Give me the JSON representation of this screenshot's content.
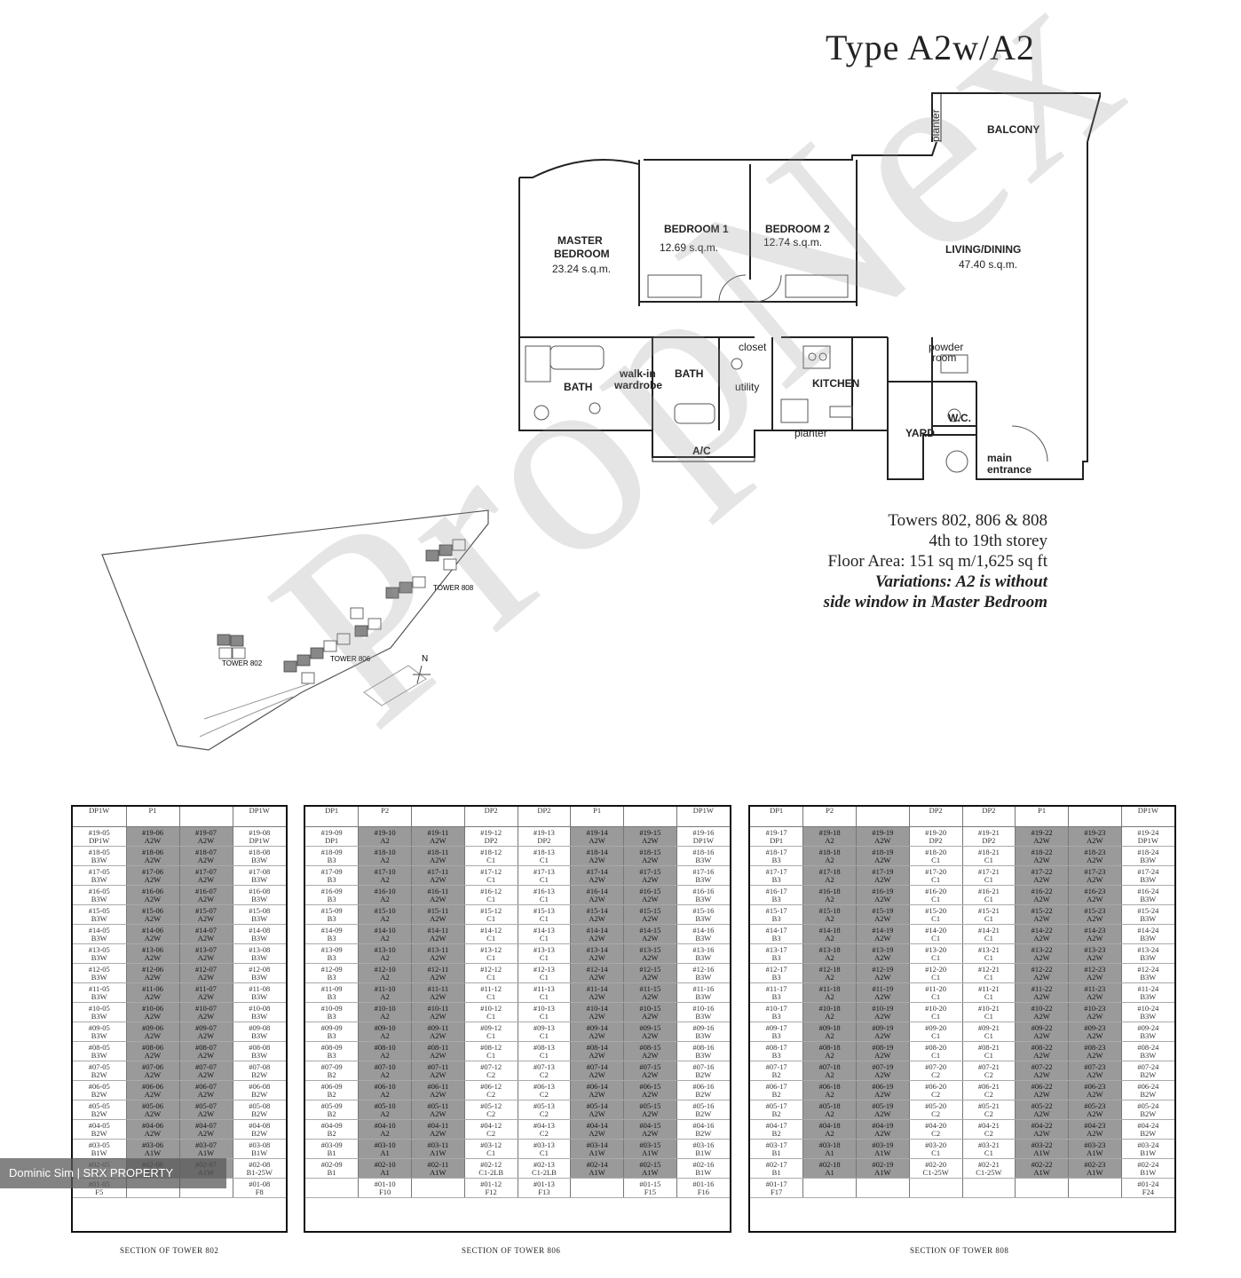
{
  "title": "Type A2w/A2",
  "plan": {
    "rooms": [
      {
        "label": "MASTER",
        "label2": "BEDROOM",
        "area": "23.24 s.q.m."
      },
      {
        "label": "BEDROOM 1",
        "area": "12.69 s.q.m."
      },
      {
        "label": "BEDROOM 2",
        "area": "12.74 s.q.m."
      },
      {
        "label": "LIVING/DINING",
        "area": "47.40 s.q.m."
      },
      {
        "label": "BALCONY"
      },
      {
        "label": "planter"
      },
      {
        "label": "BATH"
      },
      {
        "label": "walk-in",
        "label2": "wardrobe"
      },
      {
        "label": "BATH"
      },
      {
        "label": "closet"
      },
      {
        "label": "utility"
      },
      {
        "label": "KITCHEN"
      },
      {
        "label": "powder",
        "label2": "room"
      },
      {
        "label": "W.C."
      },
      {
        "label": "YARD"
      },
      {
        "label": "A/C"
      },
      {
        "label": "planter"
      },
      {
        "label": "main",
        "label2": "entrance"
      }
    ]
  },
  "specs": {
    "towers": "Towers 802, 806 & 808",
    "storey": "4th to 19th storey",
    "area": "Floor Area: 151 sq m/1,625 sq ft",
    "variation1": "Variations: A2 is without",
    "variation2": "side window in Master Bedroom"
  },
  "siteplan": {
    "tower808": "TOWER 808",
    "tower806": "TOWER 806",
    "tower802": "TOWER 802",
    "north": "N"
  },
  "watermark": "PropNex",
  "credit": "Dominic Sim | SRX PROPERTY",
  "tower802": {
    "caption": "SECTION OF TOWER 802",
    "headers": [
      "DP1W",
      "P1",
      "",
      "DP1W"
    ],
    "rows": [
      [
        "#19-05|DP1W",
        "#19-06|A2W",
        "#19-07|A2W",
        "#19-08|DP1W"
      ],
      [
        "#18-05|B3W",
        "#18-06|A2W",
        "#18-07|A2W",
        "#18-08|B3W"
      ],
      [
        "#17-05|B3W",
        "#17-06|A2W",
        "#17-07|A2W",
        "#17-08|B3W"
      ],
      [
        "#16-05|B3W",
        "#16-06|A2W",
        "#16-07|A2W",
        "#16-08|B3W"
      ],
      [
        "#15-05|B3W",
        "#15-06|A2W",
        "#15-07|A2W",
        "#15-08|B3W"
      ],
      [
        "#14-05|B3W",
        "#14-06|A2W",
        "#14-07|A2W",
        "#14-08|B3W"
      ],
      [
        "#13-05|B3W",
        "#13-06|A2W",
        "#13-07|A2W",
        "#13-08|B3W"
      ],
      [
        "#12-05|B3W",
        "#12-06|A2W",
        "#12-07|A2W",
        "#12-08|B3W"
      ],
      [
        "#11-05|B3W",
        "#11-06|A2W",
        "#11-07|A2W",
        "#11-08|B3W"
      ],
      [
        "#10-05|B3W",
        "#10-06|A2W",
        "#10-07|A2W",
        "#10-08|B3W"
      ],
      [
        "#09-05|B3W",
        "#09-06|A2W",
        "#09-07|A2W",
        "#09-08|B3W"
      ],
      [
        "#08-05|B3W",
        "#08-06|A2W",
        "#08-07|A2W",
        "#08-08|B3W"
      ],
      [
        "#07-05|B2W",
        "#07-06|A2W",
        "#07-07|A2W",
        "#07-08|B2W"
      ],
      [
        "#06-05|B2W",
        "#06-06|A2W",
        "#06-07|A2W",
        "#06-08|B2W"
      ],
      [
        "#05-05|B2W",
        "#05-06|A2W",
        "#05-07|A2W",
        "#05-08|B2W"
      ],
      [
        "#04-05|B2W",
        "#04-06|A2W",
        "#04-07|A2W",
        "#04-08|B2W"
      ],
      [
        "#03-05|B1W",
        "#03-06|A1W",
        "#03-07|A1W",
        "#03-08|B1W"
      ],
      [
        "#02-05|B1W",
        "#02-06|A1W",
        "#02-07|A1W",
        "#02-08|B1-25W"
      ],
      [
        "#01-05|F5",
        "",
        "",
        "#01-08|F8"
      ]
    ]
  },
  "tower806": {
    "caption": "SECTION OF TOWER 806",
    "headers": [
      "DP1",
      "P2",
      "",
      "DP2",
      "DP2",
      "P1",
      "",
      "DP1W"
    ],
    "rows": [
      [
        "#19-09|DP1",
        "#19-10|A2",
        "#19-11|A2W",
        "#19-12|DP2",
        "#19-13|DP2",
        "#19-14|A2W",
        "#19-15|A2W",
        "#19-16|DP1W"
      ],
      [
        "#18-09|B3",
        "#18-10|A2",
        "#18-11|A2W",
        "#18-12|C1",
        "#18-13|C1",
        "#18-14|A2W",
        "#18-15|A2W",
        "#18-16|B3W"
      ],
      [
        "#17-09|B3",
        "#17-10|A2",
        "#17-11|A2W",
        "#17-12|C1",
        "#17-13|C1",
        "#17-14|A2W",
        "#17-15|A2W",
        "#17-16|B3W"
      ],
      [
        "#16-09|B3",
        "#16-10|A2",
        "#16-11|A2W",
        "#16-12|C1",
        "#16-13|C1",
        "#16-14|A2W",
        "#16-15|A2W",
        "#16-16|B3W"
      ],
      [
        "#15-09|B3",
        "#15-10|A2",
        "#15-11|A2W",
        "#15-12|C1",
        "#15-13|C1",
        "#15-14|A2W",
        "#15-15|A2W",
        "#15-16|B3W"
      ],
      [
        "#14-09|B3",
        "#14-10|A2",
        "#14-11|A2W",
        "#14-12|C1",
        "#14-13|C1",
        "#14-14|A2W",
        "#14-15|A2W",
        "#14-16|B3W"
      ],
      [
        "#13-09|B3",
        "#13-10|A2",
        "#13-11|A2W",
        "#13-12|C1",
        "#13-13|C1",
        "#13-14|A2W",
        "#13-15|A2W",
        "#13-16|B3W"
      ],
      [
        "#12-09|B3",
        "#12-10|A2",
        "#12-11|A2W",
        "#12-12|C1",
        "#12-13|C1",
        "#12-14|A2W",
        "#12-15|A2W",
        "#12-16|B3W"
      ],
      [
        "#11-09|B3",
        "#11-10|A2",
        "#11-11|A2W",
        "#11-12|C1",
        "#11-13|C1",
        "#11-14|A2W",
        "#11-15|A2W",
        "#11-16|B3W"
      ],
      [
        "#10-09|B3",
        "#10-10|A2",
        "#10-11|A2W",
        "#10-12|C1",
        "#10-13|C1",
        "#10-14|A2W",
        "#10-15|A2W",
        "#10-16|B3W"
      ],
      [
        "#09-09|B3",
        "#09-10|A2",
        "#09-11|A2W",
        "#09-12|C1",
        "#09-13|C1",
        "#09-14|A2W",
        "#09-15|A2W",
        "#09-16|B3W"
      ],
      [
        "#08-09|B3",
        "#08-10|A2",
        "#08-11|A2W",
        "#08-12|C1",
        "#08-13|C1",
        "#08-14|A2W",
        "#08-15|A2W",
        "#08-16|B3W"
      ],
      [
        "#07-09|B2",
        "#07-10|A2",
        "#07-11|A2W",
        "#07-12|C2",
        "#07-13|C2",
        "#07-14|A2W",
        "#07-15|A2W",
        "#07-16|B2W"
      ],
      [
        "#06-09|B2",
        "#06-10|A2",
        "#06-11|A2W",
        "#06-12|C2",
        "#06-13|C2",
        "#06-14|A2W",
        "#06-15|A2W",
        "#06-16|B2W"
      ],
      [
        "#05-09|B2",
        "#05-10|A2",
        "#05-11|A2W",
        "#05-12|C2",
        "#05-13|C2",
        "#05-14|A2W",
        "#05-15|A2W",
        "#05-16|B2W"
      ],
      [
        "#04-09|B2",
        "#04-10|A2",
        "#04-11|A2W",
        "#04-12|C2",
        "#04-13|C2",
        "#04-14|A2W",
        "#04-15|A2W",
        "#04-16|B2W"
      ],
      [
        "#03-09|B1",
        "#03-10|A1",
        "#03-11|A1W",
        "#03-12|C1",
        "#03-13|C1",
        "#03-14|A1W",
        "#03-15|A1W",
        "#03-16|B1W"
      ],
      [
        "#02-09|B1",
        "#02-10|A1",
        "#02-11|A1W",
        "#02-12|C1-2LB",
        "#02-13|C1-2LB",
        "#02-14|A1W",
        "#02-15|A1W",
        "#02-16|B1W"
      ],
      [
        "",
        "#01-10|F10",
        "",
        "#01-12|F12",
        "#01-13|F13",
        "",
        "#01-15|F15",
        "#01-16|F16"
      ]
    ]
  },
  "tower808": {
    "caption": "SECTION OF TOWER 808",
    "headers": [
      "DP1",
      "P2",
      "",
      "DP2",
      "DP2",
      "P1",
      "",
      "DP1W"
    ],
    "rows": [
      [
        "#19-17|DP1",
        "#19-18|A2",
        "#19-19|A2W",
        "#19-20|DP2",
        "#19-21|DP2",
        "#19-22|A2W",
        "#19-23|A2W",
        "#19-24|DP1W"
      ],
      [
        "#18-17|B3",
        "#18-18|A2",
        "#18-19|A2W",
        "#18-20|C1",
        "#18-21|C1",
        "#18-22|A2W",
        "#18-23|A2W",
        "#18-24|B3W"
      ],
      [
        "#17-17|B3",
        "#17-18|A2",
        "#17-19|A2W",
        "#17-20|C1",
        "#17-21|C1",
        "#17-22|A2W",
        "#17-23|A2W",
        "#17-24|B3W"
      ],
      [
        "#16-17|B3",
        "#16-18|A2",
        "#16-19|A2W",
        "#16-20|C1",
        "#16-21|C1",
        "#16-22|A2W",
        "#16-23|A2W",
        "#16-24|B3W"
      ],
      [
        "#15-17|B3",
        "#15-18|A2",
        "#15-19|A2W",
        "#15-20|C1",
        "#15-21|C1",
        "#15-22|A2W",
        "#15-23|A2W",
        "#15-24|B3W"
      ],
      [
        "#14-17|B3",
        "#14-18|A2",
        "#14-19|A2W",
        "#14-20|C1",
        "#14-21|C1",
        "#14-22|A2W",
        "#14-23|A2W",
        "#14-24|B3W"
      ],
      [
        "#13-17|B3",
        "#13-18|A2",
        "#13-19|A2W",
        "#13-20|C1",
        "#13-21|C1",
        "#13-22|A2W",
        "#13-23|A2W",
        "#13-24|B3W"
      ],
      [
        "#12-17|B3",
        "#12-18|A2",
        "#12-19|A2W",
        "#12-20|C1",
        "#12-21|C1",
        "#12-22|A2W",
        "#12-23|A2W",
        "#12-24|B3W"
      ],
      [
        "#11-17|B3",
        "#11-18|A2",
        "#11-19|A2W",
        "#11-20|C1",
        "#11-21|C1",
        "#11-22|A2W",
        "#11-23|A2W",
        "#11-24|B3W"
      ],
      [
        "#10-17|B3",
        "#10-18|A2",
        "#10-19|A2W",
        "#10-20|C1",
        "#10-21|C1",
        "#10-22|A2W",
        "#10-23|A2W",
        "#10-24|B3W"
      ],
      [
        "#09-17|B3",
        "#09-18|A2",
        "#09-19|A2W",
        "#09-20|C1",
        "#09-21|C1",
        "#09-22|A2W",
        "#09-23|A2W",
        "#09-24|B3W"
      ],
      [
        "#08-17|B3",
        "#08-18|A2",
        "#08-19|A2W",
        "#08-20|C1",
        "#08-21|C1",
        "#08-22|A2W",
        "#08-23|A2W",
        "#08-24|B3W"
      ],
      [
        "#07-17|B2",
        "#07-18|A2",
        "#07-19|A2W",
        "#07-20|C2",
        "#07-21|C2",
        "#07-22|A2W",
        "#07-23|A2W",
        "#07-24|B2W"
      ],
      [
        "#06-17|B2",
        "#06-18|A2",
        "#06-19|A2W",
        "#06-20|C2",
        "#06-21|C2",
        "#06-22|A2W",
        "#06-23|A2W",
        "#06-24|B2W"
      ],
      [
        "#05-17|B2",
        "#05-18|A2",
        "#05-19|A2W",
        "#05-20|C2",
        "#05-21|C2",
        "#05-22|A2W",
        "#05-23|A2W",
        "#05-24|B2W"
      ],
      [
        "#04-17|B2",
        "#04-18|A2",
        "#04-19|A2W",
        "#04-20|C2",
        "#04-21|C2",
        "#04-22|A2W",
        "#04-23|A2W",
        "#04-24|B2W"
      ],
      [
        "#03-17|B1",
        "#03-18|A1",
        "#03-19|A1W",
        "#03-20|C1",
        "#03-21|C1",
        "#03-22|A1W",
        "#03-23|A1W",
        "#03-24|B1W"
      ],
      [
        "#02-17|B1",
        "#02-18|A1",
        "#02-19|A1W",
        "#02-20|C1-25W",
        "#02-21|C1-25W",
        "#02-22|A1W",
        "#02-23|A1W",
        "#02-24|B1W"
      ],
      [
        "#01-17|F17",
        "",
        "",
        "",
        "",
        "",
        "",
        "#01-24|F24"
      ]
    ]
  }
}
